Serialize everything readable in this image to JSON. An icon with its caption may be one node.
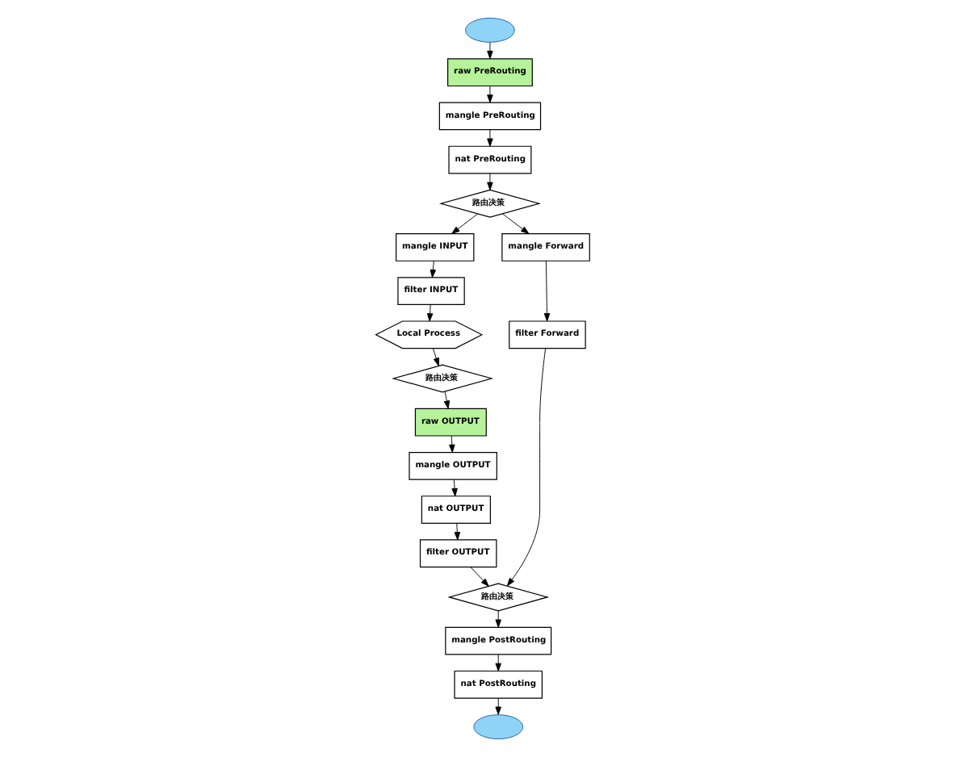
{
  "diagram": {
    "nodes": [
      {
        "text": [
          "mangle INPUT"
        ]
      },
      {
        "text": [
          "filter INPUT"
        ]
      },
      {
        "text": [
          "Local Process"
        ]
      },
      {
        "text": [
          "路由决策"
        ]
      },
      {
        "text": [
          "raw OUTPUT"
        ]
      },
      {
        "text": [
          "mangle OUTPUT"
        ]
      },
      {
        "text": [
          "nat OUTPUT"
        ]
      },
      {
        "text": [
          "filter OUTPUT"
        ]
      },
      {
        "text": [
          "raw PreRouting"
        ]
      },
      {
        "text": [],
        "shape": "cloud"
      },
      {
        "text": [
          "mangle PreRouting"
        ]
      },
      {
        "text": [
          "nat PreRouting"
        ]
      },
      {
        "text": [
          "路由决策"
        ]
      },
      {
        "text": [
          "mangle Forward"
        ]
      },
      {
        "text": [
          "filter Forward"
        ]
      },
      {
        "text": [
          "路由决策"
        ]
      },
      {
        "text": [
          "mangle PostRouting"
        ]
      },
      {
        "text": [
          "nat PostRouting"
        ]
      },
      {
        "text": [],
        "shape": "cloud"
      }
    ],
    "edges": [
      {
        "from": 9,
        "to": 8,
        "arrow": "to"
      },
      {
        "from": 8,
        "to": 10,
        "arrow": "to"
      },
      {
        "from": 10,
        "to": 11,
        "arrow": "to"
      },
      {
        "from": 11,
        "to": 12,
        "arrow": "to"
      },
      {
        "from": 12,
        "to": 0,
        "arrow": "to"
      },
      {
        "from": 12,
        "to": 13,
        "arrow": "to"
      },
      {
        "from": 0,
        "to": 1,
        "arrow": "to"
      },
      {
        "from": 1,
        "to": 2,
        "arrow": "to"
      },
      {
        "from": 2,
        "to": 3,
        "arrow": "to"
      },
      {
        "from": 3,
        "to": 4,
        "arrow": "to"
      },
      {
        "from": 4,
        "to": 5,
        "arrow": "to"
      },
      {
        "from": 5,
        "to": 6,
        "arrow": "to"
      },
      {
        "from": 6,
        "to": 7,
        "arrow": "to"
      },
      {
        "from": 7,
        "to": 15,
        "arrow": "to"
      },
      {
        "from": 13,
        "to": 14,
        "arrow": "to"
      },
      {
        "from": 14,
        "to": 15,
        "arrow": "to"
      },
      {
        "from": 15,
        "to": 16,
        "arrow": "to"
      },
      {
        "from": 16,
        "to": 17,
        "arrow": "to"
      },
      {
        "from": 17,
        "to": 18,
        "arrow": "to"
      }
    ]
  }
}
